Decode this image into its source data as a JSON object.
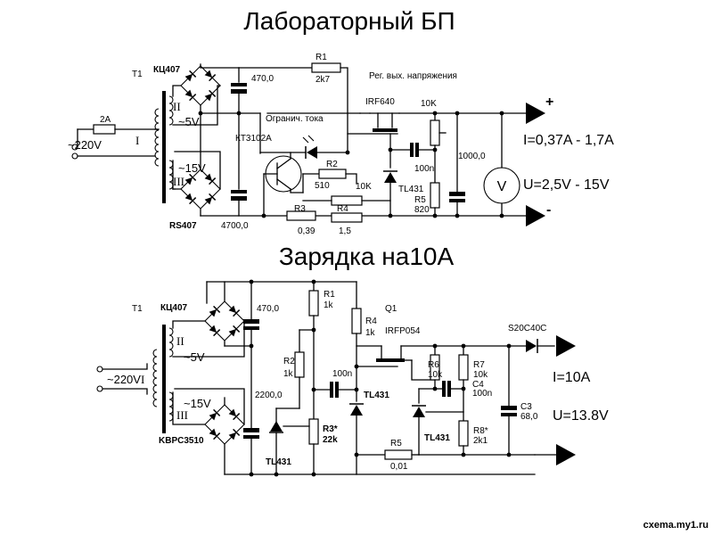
{
  "titles": {
    "lab_psu": "Лабораторный БП",
    "charger": "Зарядка на10А"
  },
  "lab": {
    "transformer": "T1",
    "bridge_top": "КЦ407",
    "bridge_bottom": "RS407",
    "fuse": "2A",
    "mains": "~220V",
    "primary": "I",
    "sec1_num": "II",
    "sec1_v": "~5V",
    "sec2_num": "III",
    "sec2_v": "~15V",
    "c_top": "470,0",
    "c_bottom": "4700,0",
    "r1": "R1",
    "r1_val": "2k7",
    "reg_label": "Рег. вых. напряжения",
    "irf": "IRF640",
    "pot_10k": "10K",
    "current_limit": "Огранич. тока",
    "kt": "КТ3102А",
    "r2": "R2",
    "r2_val": "510",
    "pot2": "10K",
    "r3": "R3",
    "r3_val": "0,39",
    "r4": "R4",
    "r4_val": "1,5",
    "c100n": "100n",
    "tl431": "TL431",
    "r5": "R5",
    "r5_val": "820",
    "c_out": "1000,0",
    "meter": "V",
    "plus": "+",
    "minus": "-",
    "current_range": "I=0,37A - 1,7A",
    "voltage_range": "U=2,5V - 15V"
  },
  "charger": {
    "transformer": "T1",
    "bridge_top": "КЦ407",
    "bridge_bottom": "KBPC3510",
    "mains": "~220V",
    "primary": "I",
    "sec1_num": "II",
    "sec1_v": "~5V",
    "sec2_num": "III",
    "sec2_v": "~15V",
    "c_top": "470,0",
    "c_bottom": "2200,0",
    "r1": "R1",
    "r1_val": "1k",
    "r2": "R2",
    "r2_val": "1k",
    "r4": "R4",
    "r4_val": "1k",
    "q1": "Q1",
    "q1_part": "IRFP054",
    "c100n": "100n",
    "r3": "R3*",
    "r3_val": "22k",
    "tl431_a": "TL431",
    "tl431_b": "TL431",
    "tl431_c": "TL431",
    "r5": "R5",
    "r5_val": "0,01",
    "r6": "R6",
    "r6_val": "10k",
    "r7": "R7",
    "r7_val": "10k",
    "c4": "C4",
    "c4_val": "100n",
    "r8": "R8*",
    "r8_val": "2k1",
    "diode": "S20C40C",
    "c3": "C3",
    "c3_val": "68,0",
    "current": "I=10A",
    "voltage": "U=13.8V"
  },
  "footer": "cxema.my1.ru"
}
